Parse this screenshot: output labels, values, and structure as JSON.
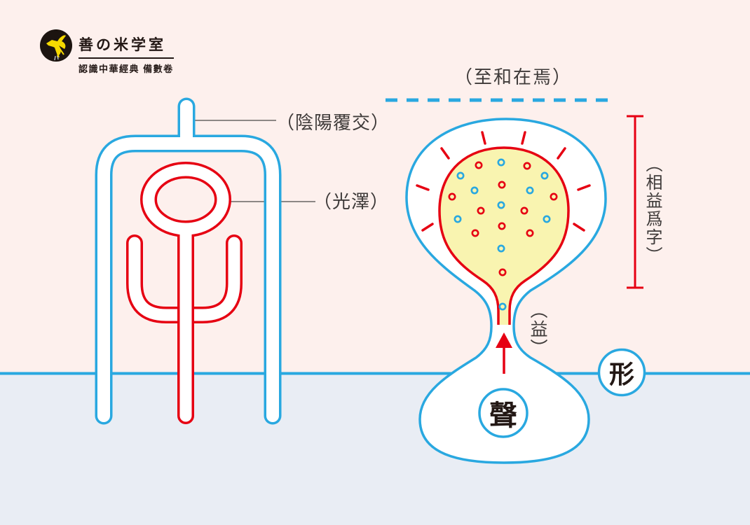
{
  "logo": {
    "title": "善の米学室",
    "subtitle": "認識中華經典 備數卷",
    "icon": "bird-icon"
  },
  "seal_left": {
    "label_cover": "（陰陽覆交）",
    "label_luster": "（光澤）"
  },
  "seal_right": {
    "label_top": "（至和在焉）",
    "label_measure": "（相益爲字）",
    "label_yi": "（益）",
    "label_sound": "聲",
    "label_form": "形"
  },
  "colors": {
    "blue": "#29a8e0",
    "red": "#e60012",
    "yellow": "#f9f4b0",
    "bg_top": "#fdf0ed",
    "bg_bottom": "#e9edf4",
    "ink": "#3e3a39",
    "logo_black": "#1c1410",
    "bird_yellow": "#f6d900"
  }
}
